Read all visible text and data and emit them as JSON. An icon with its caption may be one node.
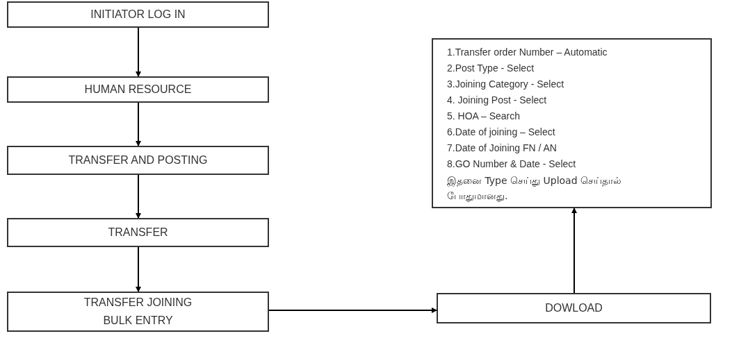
{
  "diagram": {
    "nodes": [
      {
        "text": [
          "INITIATOR LOG IN"
        ]
      },
      {
        "text": [
          "HUMAN RESOURCE"
        ]
      },
      {
        "text": [
          "TRANSFER AND POSTING"
        ]
      },
      {
        "text": [
          "TRANSFER"
        ]
      },
      {
        "text": [
          "TRANSFER JOINING BULK ENTRY"
        ]
      },
      {
        "text": [
          "DOWLOAD"
        ]
      },
      {
        "text": [
          "1.Transfer order Number – Automatic",
          "2.Post Type - Select",
          "3.Joining Category - Select",
          "4. Joining Post - Select",
          "5. HOA – Search",
          "6.Date of joining – Select",
          "7.Date of Joining FN / AN",
          "8.GO Number & Date - Select",
          "இதனை Type செய்து Upload செய்தால் போதுமானது."
        ]
      }
    ],
    "edges": [
      {
        "from": 0,
        "to": 1,
        "arrow": "to"
      },
      {
        "from": 1,
        "to": 2,
        "arrow": "to"
      },
      {
        "from": 2,
        "to": 3,
        "arrow": "to"
      },
      {
        "from": 3,
        "to": 4,
        "arrow": "to"
      },
      {
        "from": 4,
        "to": 5,
        "arrow": "to"
      },
      {
        "from": 5,
        "to": 6,
        "arrow": "to"
      }
    ]
  }
}
